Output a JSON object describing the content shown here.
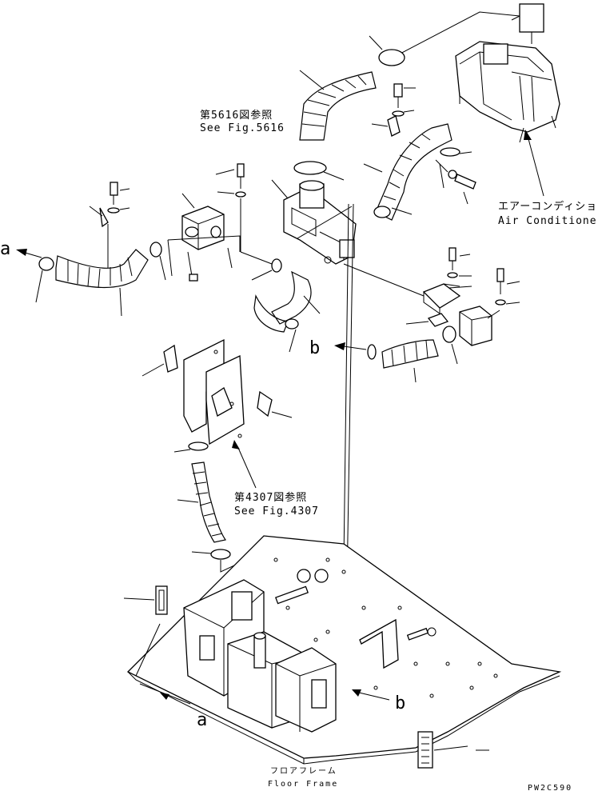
{
  "callouts": {
    "ref_5616_jp": "第5616図参照",
    "ref_5616_en": "See Fig.5616",
    "ref_4307_jp": "第4307図参照",
    "ref_4307_en": "See Fig.4307",
    "aircon_jp": "エアーコンディショナ",
    "aircon_en": "Air Conditioner",
    "floor_jp": "フロアフレーム",
    "floor_en": "Floor Frame"
  },
  "markers": {
    "a_top": "a",
    "a_bottom": "a",
    "b_mid": "b",
    "b_bottom": "b"
  },
  "drawing_code": "PW2C590"
}
